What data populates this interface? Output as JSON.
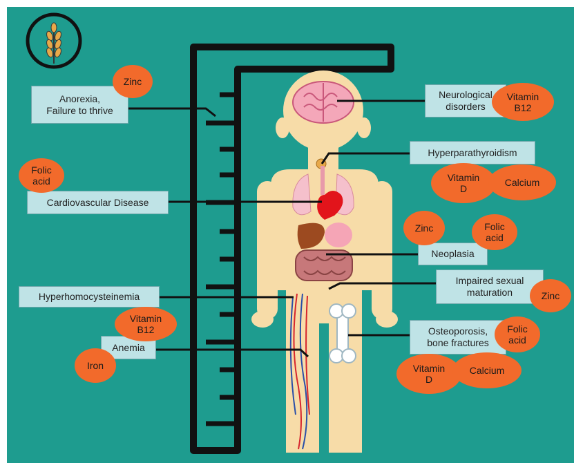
{
  "colors": {
    "background": "#1e9c8f",
    "label_box": "#bfe3e6",
    "nutrient_bubble": "#f26a2b",
    "body_skin": "#f7dca8",
    "ruler": "#111111"
  },
  "icons": {
    "badge": "wheat-icon"
  },
  "conditions": {
    "anorexia": "Anorexia,\nFailure to thrive",
    "cardio": "Cardiovascular Disease",
    "hyperhomo": "Hyperhomocysteinemia",
    "anemia": "Anemia",
    "neuro": "Neurological\ndisorders",
    "hyperpara": "Hyperparathyroidism",
    "neoplasia": "Neoplasia",
    "sexual": "Impaired sexual\nmaturation",
    "osteo": "Osteoporosis,\nbone fractures"
  },
  "nutrients": {
    "zinc_anorexia": "Zinc",
    "folic_cardio": "Folic\nacid",
    "b12_hyperhomo": "Vitamin\nB12",
    "iron_anemia": "Iron",
    "b12_neuro": "Vitamin\nB12",
    "vitd_hyperpara": "Vitamin\nD",
    "calcium_hyperpara": "Calcium",
    "zinc_neoplasia": "Zinc",
    "folic_neoplasia": "Folic\nacid",
    "zinc_sexual": "Zinc",
    "folic_osteo": "Folic\nacid",
    "vitd_osteo": "Vitamin\nD",
    "calcium_osteo": "Calcium"
  }
}
